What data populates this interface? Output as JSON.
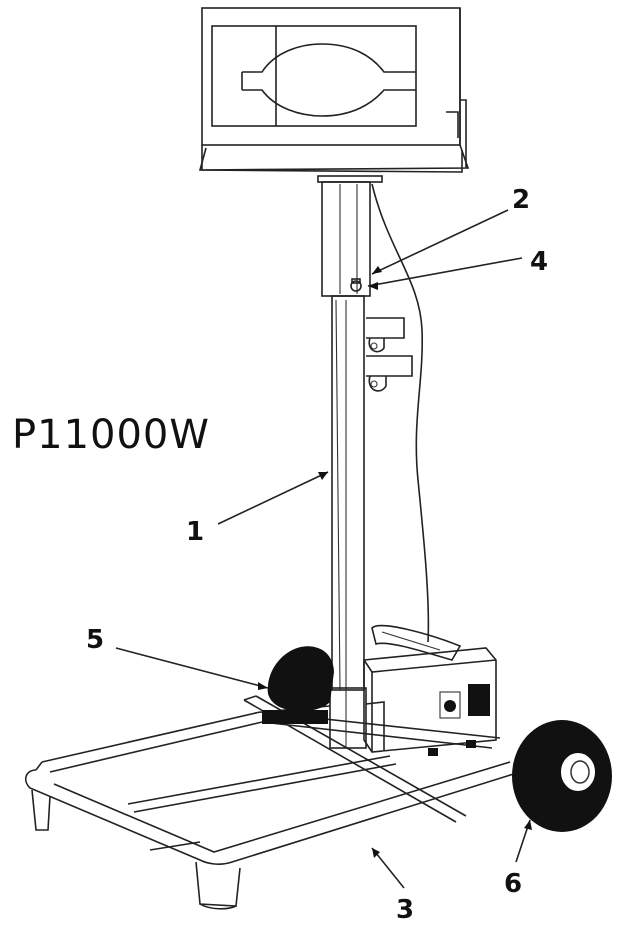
{
  "model_label": "P11000W",
  "callouts": {
    "c1": "1",
    "c2": "2",
    "c3": "3",
    "c4": "4",
    "c5": "5",
    "c6": "6"
  },
  "colors": {
    "ink": "#111111",
    "paper": "#ffffff"
  }
}
